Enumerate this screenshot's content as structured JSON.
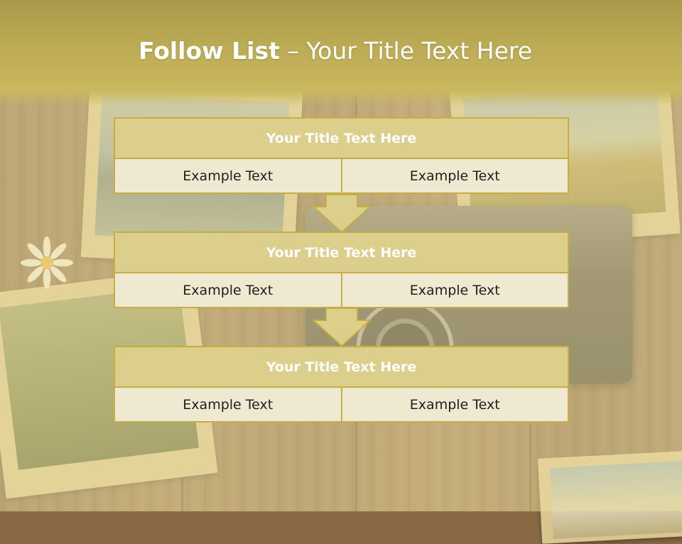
{
  "slide": {
    "title_bold": "Follow List",
    "title_rest": " – Your Title Text Here"
  },
  "steps": [
    {
      "title": "Your Title Text Here",
      "left": "Example Text",
      "right": "Example Text"
    },
    {
      "title": "Your Title Text Here",
      "left": "Example Text",
      "right": "Example Text"
    },
    {
      "title": "Your Title Text Here",
      "left": "Example Text",
      "right": "Example Text"
    }
  ],
  "colors": {
    "header": "#c9b860",
    "box_border": "#c6ad47",
    "box_title_fill": "#dccf8c",
    "box_cell_fill": "#efe9d2",
    "arrow_fill": "#dccf8c"
  },
  "icons": [
    "down-arrow-icon",
    "daisy-decoration",
    "camera-decoration"
  ]
}
